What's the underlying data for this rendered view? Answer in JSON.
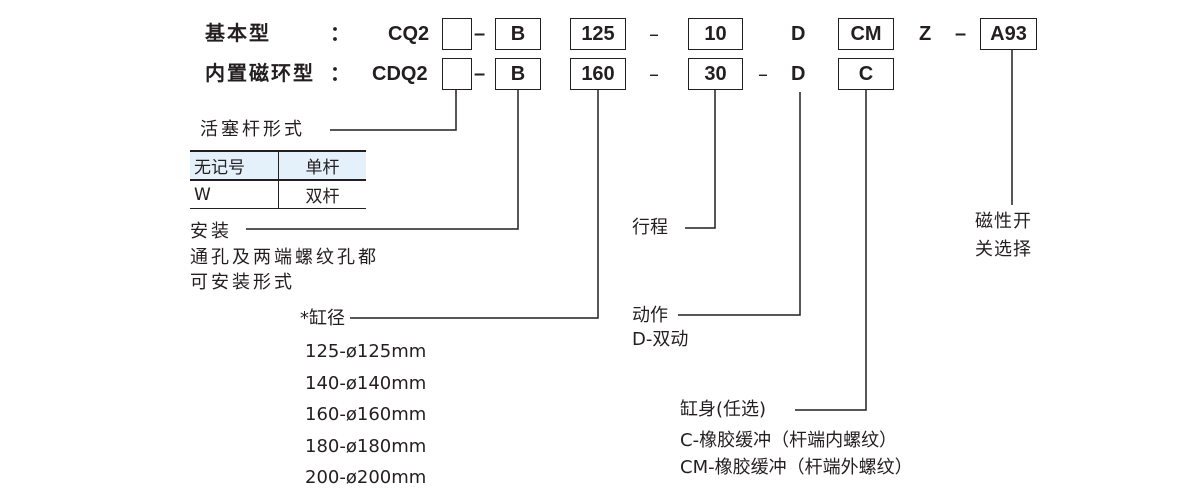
{
  "header": {
    "basic_label": "基本型",
    "magnet_label": "内置磁环型",
    "colon": "：",
    "basic_prefix": "CQ2",
    "magnet_prefix": "CDQ2",
    "dash": "–",
    "basic_codes": {
      "rod": "",
      "mount": "B",
      "bore": "125",
      "stroke": "10",
      "action": "D",
      "body": "CM",
      "z": "Z",
      "switch": "A93"
    },
    "magnet_codes": {
      "rod": "",
      "mount": "B",
      "bore": "160",
      "stroke": "30",
      "action": "D",
      "body": "C"
    }
  },
  "rod_type": {
    "title": "活塞杆形式",
    "table": [
      [
        "无记号",
        "单杆"
      ],
      [
        "W",
        "双杆"
      ]
    ]
  },
  "mounting": {
    "title": "安装",
    "desc": [
      "通孔及两端螺纹孔都",
      "可安装形式"
    ]
  },
  "bore": {
    "title": "*缸径",
    "options": [
      "125-ø125mm",
      "140-ø140mm",
      "160-ø160mm",
      "180-ø180mm",
      "200-ø200mm"
    ]
  },
  "stroke": {
    "title": "行程"
  },
  "action": {
    "title": "动作",
    "desc": "D-双动"
  },
  "body": {
    "title": "缸身(任选)",
    "options": [
      "C-橡胶缓冲（杆端内螺纹）",
      "CM-橡胶缓冲（杆端外螺纹）"
    ]
  },
  "switch": {
    "title": [
      "磁性开",
      "关选择"
    ]
  },
  "colors": {
    "table_header_bg": "#e4f1fa",
    "ink": "#231f20"
  }
}
